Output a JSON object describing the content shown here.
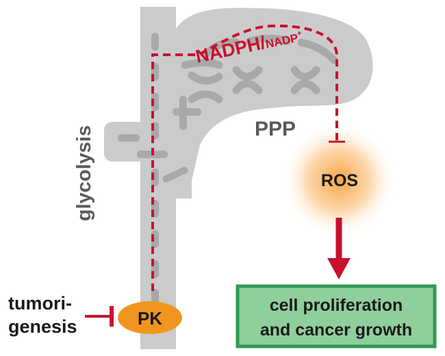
{
  "labels": {
    "glycolysis": "glycolysis",
    "nadph": "NADPH/",
    "nadp": "NADP",
    "nadp_charge": "+",
    "ppp": "PPP",
    "ros": "ROS",
    "pk": "PK",
    "tumori_line1": "tumori-",
    "tumori_line2": "genesis",
    "outcome_line1": "cell proliferation",
    "outcome_line2": "and cancer growth"
  },
  "colors": {
    "pathway_gray": "#cbcbcb",
    "node_gray": "#a9a9a9",
    "label_gray": "#5a5a5a",
    "inhibit_red": "#c8102e",
    "pk_orange": "#f0961e",
    "ros_glow": "#f7a347",
    "box_fill": "#8fcf9c",
    "box_border": "#2f9a52"
  }
}
